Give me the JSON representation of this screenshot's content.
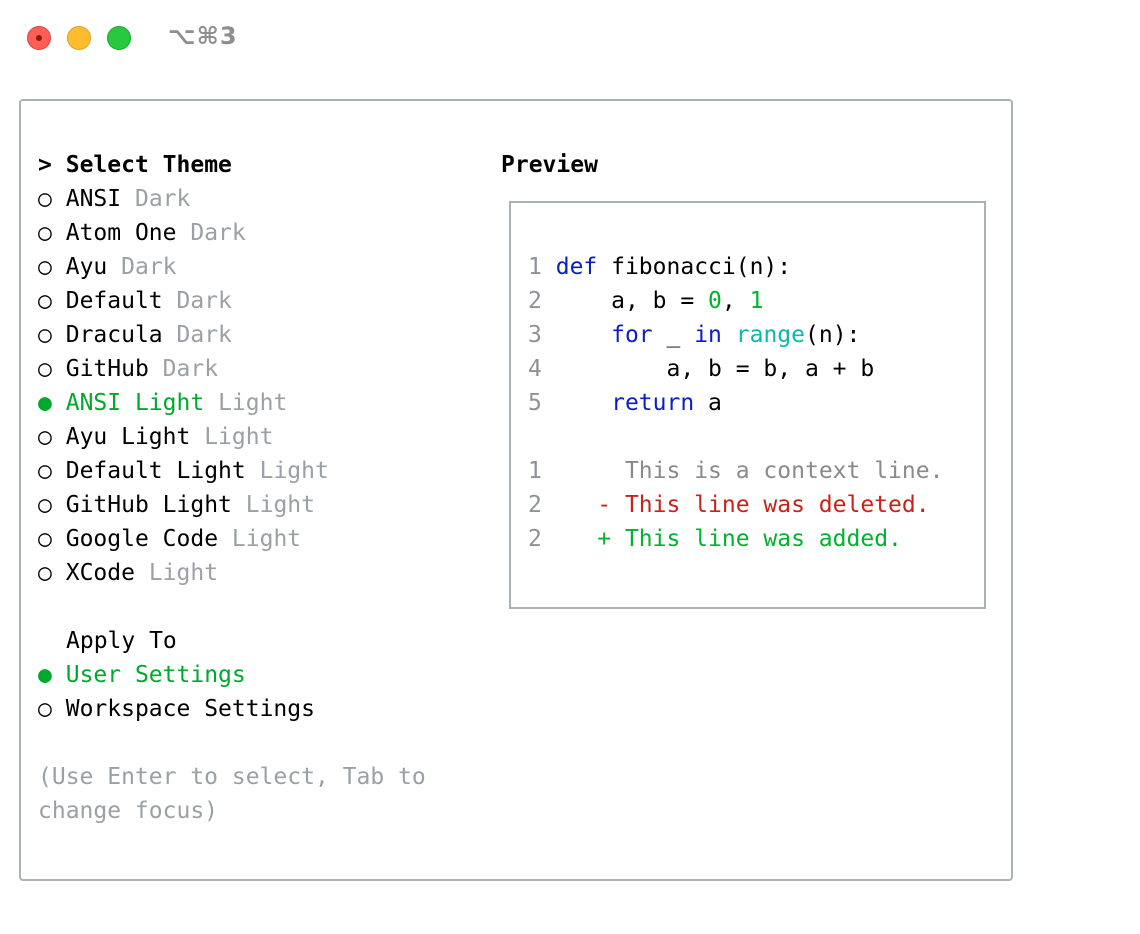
{
  "window": {
    "title": "⌥⌘3"
  },
  "theme_section": {
    "prompt": ">",
    "heading": "Select Theme",
    "themes": [
      {
        "marker": "○",
        "name": "ANSI",
        "variant": "Dark",
        "selected": false
      },
      {
        "marker": "○",
        "name": "Atom One",
        "variant": "Dark",
        "selected": false
      },
      {
        "marker": "○",
        "name": "Ayu",
        "variant": "Dark",
        "selected": false
      },
      {
        "marker": "○",
        "name": "Default",
        "variant": "Dark",
        "selected": false
      },
      {
        "marker": "○",
        "name": "Dracula",
        "variant": "Dark",
        "selected": false
      },
      {
        "marker": "○",
        "name": "GitHub",
        "variant": "Dark",
        "selected": false
      },
      {
        "marker": "●",
        "name": "ANSI Light",
        "variant": "Light",
        "selected": true
      },
      {
        "marker": "○",
        "name": "Ayu Light",
        "variant": "Light",
        "selected": false
      },
      {
        "marker": "○",
        "name": "Default Light",
        "variant": "Light",
        "selected": false
      },
      {
        "marker": "○",
        "name": "GitHub Light",
        "variant": "Light",
        "selected": false
      },
      {
        "marker": "○",
        "name": "Google Code",
        "variant": "Light",
        "selected": false
      },
      {
        "marker": "○",
        "name": "XCode",
        "variant": "Light",
        "selected": false
      }
    ]
  },
  "apply_section": {
    "heading": "Apply To",
    "options": [
      {
        "marker": "●",
        "label": "User Settings",
        "selected": true
      },
      {
        "marker": "○",
        "label": "Workspace Settings",
        "selected": false
      }
    ]
  },
  "help": {
    "line1": "(Use Enter to select, Tab to",
    "line2": "change focus)"
  },
  "preview": {
    "heading": "Preview",
    "code": {
      "line_numbers": [
        "1",
        "2",
        "3",
        "4",
        "5"
      ],
      "l1_kw": "def",
      "l1_rest": " fibonacci(n):",
      "l2_a": "a, b = ",
      "l2_n1": "0",
      "l2_c": ", ",
      "l2_n2": "1",
      "l3_kw1": "for",
      "l3_mid": " _ ",
      "l3_kw2": "in",
      "l3_sp": " ",
      "l3_builtin": "range",
      "l3_rest": "(n):",
      "l4": "a, b = b, a + b",
      "l5_kw": "return",
      "l5_rest": " a"
    },
    "diff": {
      "line_numbers": [
        "1",
        "2",
        "2"
      ],
      "context": "This is a context line.",
      "deleted": "- This line was deleted.",
      "added": "+ This line was added."
    }
  },
  "colors": {
    "selected_green": "#00a82d",
    "dim_gray": "#9aa0a6",
    "keyword_blue": "#0a1fbf",
    "number_green": "#00b22d",
    "builtin_cyan": "#0bb8b0",
    "deleted_red": "#c8231b",
    "border_gray": "#a8b2bb"
  },
  "icons": [
    "close-button-red",
    "minimize-button-yellow",
    "zoom-button-green",
    "radio-empty-icon",
    "radio-filled-icon"
  ]
}
